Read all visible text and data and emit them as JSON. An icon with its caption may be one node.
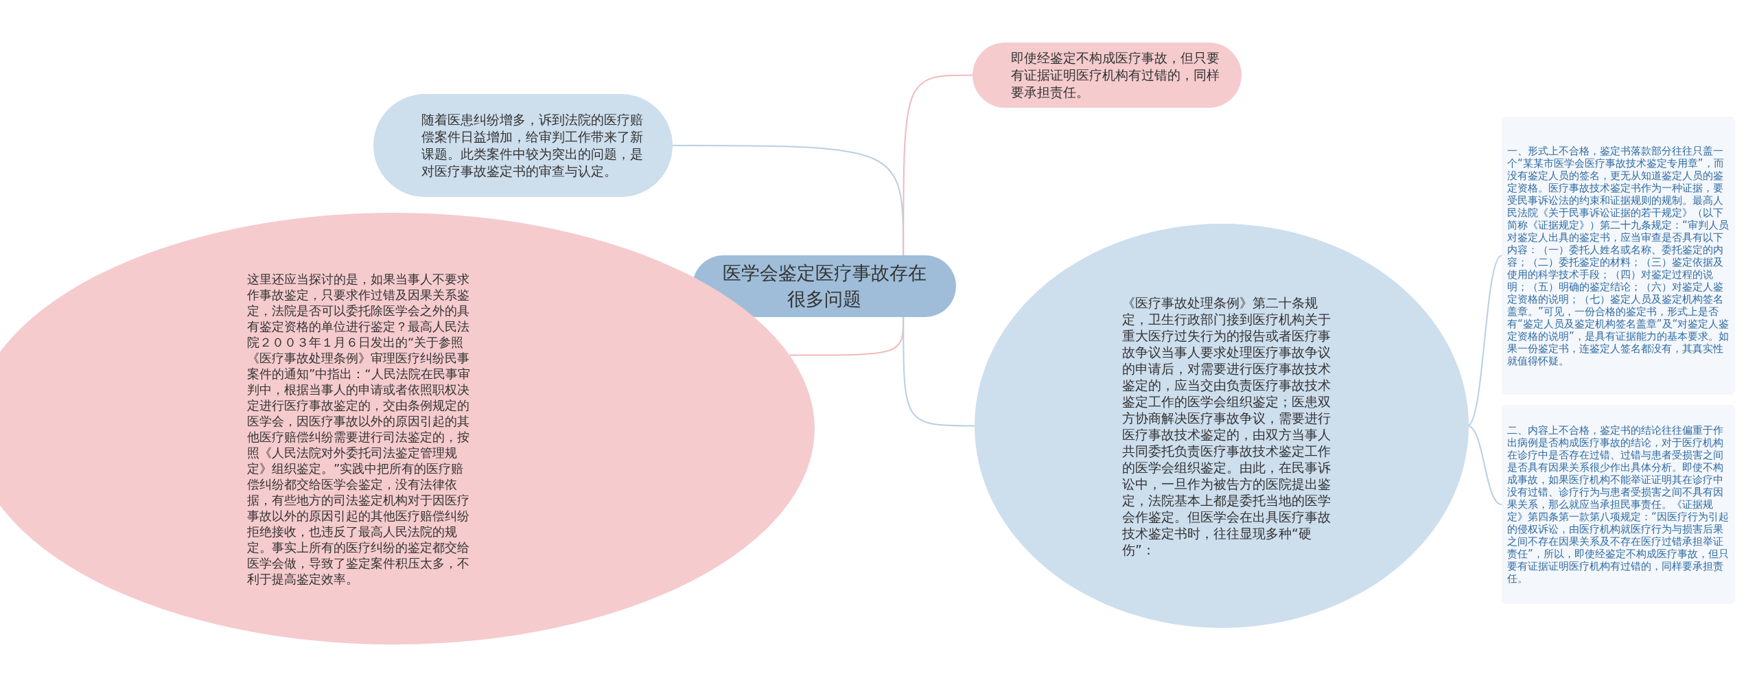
{
  "diagram": {
    "nodes": [
      {
        "text": [
          "医学会鉴定医疗事故存在很多问题"
        ]
      },
      {
        "text": [
          "随着医患纠纷增多，诉到法院的医疗赔偿案件日益增加，给审判工作带来了新课题。此类案件中较为突出的问题，是对医疗事故鉴定书的审查与认定。"
        ]
      },
      {
        "text": [
          "这里还应当探讨的是，如果当事人不要求作事故鉴定，只要求作过错及因果关系鉴定，法院是否可以委托除医学会之外的具有鉴定资格的单位进行鉴定？最高人民法院２００３年１月６日发出的“关于参照《医疗事故处理条例》审理医疗纠纷民事案件的通知”中指出：“人民法院在民事审判中，根据当事人的申请或者依照职权决定进行医疗事故鉴定的，交由条例规定的医学会，因医疗事故以外的原因引起的其他医疗赔偿纠纷需要进行司法鉴定的，按照《人民法院对外委托司法鉴定管理规定》组织鉴定。”实践中把所有的医疗赔偿纠纷都交给医学会鉴定，没有法律依据，有些地方的司法鉴定机构对于因医疗事故以外的原因引起的其他医疗赔偿纠纷拒绝接收，也违反了最高人民法院的规定。事实上所有的医疗纠纷的鉴定都交给医学会做，导致了鉴定案件积压太多，不利于提高鉴定效率。"
        ]
      },
      {
        "text": [
          "即使经鉴定不构成医疗事故，但只要有证据证明医疗机构有过错的，同样要承担责任。"
        ]
      },
      {
        "text": [
          "《医疗事故处理条例》第二十条规定，卫生行政部门接到医疗机构关于重大医疗过失行为的报告或者医疗事故争议当事人要求处理医疗事故争议的申请后，对需要进行医疗事故技术鉴定的，应当交由负责医疗事故技术鉴定工作的医学会组织鉴定；医患双方协商解决医疗事故争议，需要进行医疗事故技术鉴定的，由双方当事人共同委托负责医疗事故技术鉴定工作的医学会组织鉴定。由此，在民事诉讼中，一旦作为被告方的医院提出鉴定，法院基本上都是委托当地的医学会作鉴定。但医学会在出具医疗事故技术鉴定书时，往往显现多种“硬伤”："
        ]
      },
      {
        "text": [
          "一、形式上不合格，鉴定书落款部分往往只盖一个“某某市医学会医疗事故技术鉴定专用章”，而没有鉴定人员的签名，更无从知道鉴定人员的鉴定资格。医疗事故技术鉴定书作为一种证据，要受民事诉讼法的约束和证据规则的规制。最高人民法院《关于民事诉讼证据的若干规定》（以下简称《证据规定》）第二十九条规定：“审判人员对鉴定人出具的鉴定书，应当审查是否具有以下内容：（一）委托人姓名或名称、委托鉴定的内容；（二）委托鉴定的材料；（三）鉴定依据及使用的科学技术手段；（四）对鉴定过程的说明；（五）明确的鉴定结论；（六）对鉴定人鉴定资格的说明；（七）鉴定人员及鉴定机构签名盖章。”可见，一份合格的鉴定书，形式上是否有“鉴定人员及鉴定机构签名盖章”及“对鉴定人鉴定资格的说明”，是具有证据能力的基本要求。如果一份鉴定书，连鉴定人签名都没有，其真实性就值得怀疑。"
        ]
      },
      {
        "text": [
          "二、内容上不合格，鉴定书的结论往往偏重于作出病例是否构成医疗事故的结论，对于医疗机构在诊疗中是否存在过错、过错与患者受损害之间是否具有因果关系很少作出具体分析。即使不构成事故，如果医疗机构不能举证证明其在诊疗中没有过错、诊疗行为与患者受损害之间不具有因果关系，那么就应当承担民事责任。《证据规定》第四条第一款第八项规定：“因医疗行为引起的侵权诉讼，由医疗机构就医疗行为与损害后果之间不存在因果关系及不存在医疗过错承担举证责任”，所以，即使经鉴定不构成医疗事故，但只要有证据证明医疗机构有过错的，同样要承担责任。"
        ]
      }
    ],
    "edges": [
      {
        "from": 0,
        "to": 1,
        "arrow": "none"
      },
      {
        "from": 0,
        "to": 2,
        "arrow": "none",
        "color": "#f0b9bd"
      },
      {
        "from": 0,
        "to": 3,
        "arrow": "none",
        "color": "#f0b9bd"
      },
      {
        "from": 0,
        "to": 4,
        "arrow": "none"
      },
      {
        "from": 4,
        "to": 5,
        "arrow": "none"
      },
      {
        "from": 4,
        "to": 6,
        "arrow": "none"
      }
    ]
  }
}
